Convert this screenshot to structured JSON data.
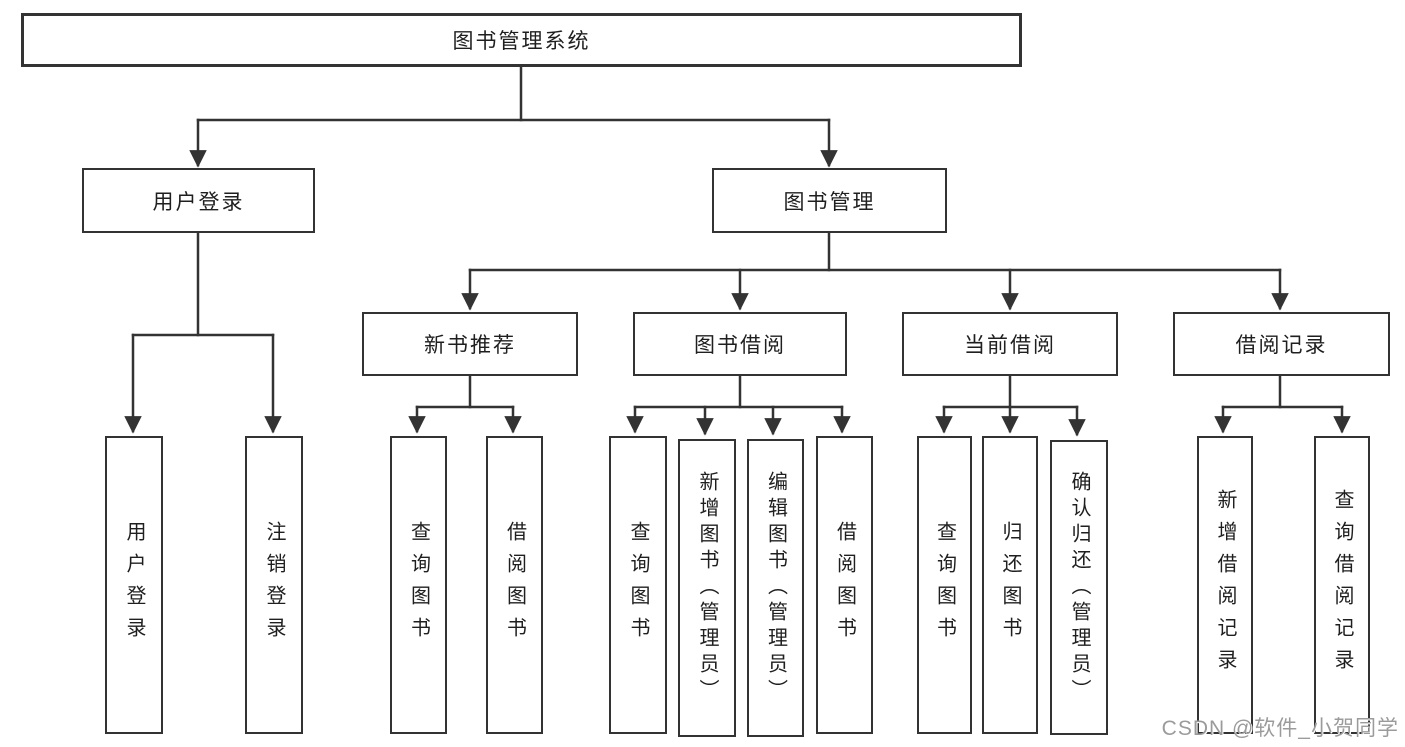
{
  "colors": {
    "background": "#ffffff",
    "line": "#333333",
    "box_border": "#333333",
    "text": "#1f1f1f",
    "watermark": "#9b9b9b"
  },
  "tree": {
    "root": {
      "label": "图书管理系统"
    },
    "branches": [
      {
        "label": "用户登录",
        "children": [
          {
            "label": "用户登录"
          },
          {
            "label": "注销登录"
          }
        ]
      },
      {
        "label": "图书管理",
        "groups": [
          {
            "label": "新书推荐",
            "children": [
              {
                "label": "查询图书"
              },
              {
                "label": "借阅图书"
              }
            ]
          },
          {
            "label": "图书借阅",
            "children": [
              {
                "label": "查询图书"
              },
              {
                "label": "新增图书（管理员）"
              },
              {
                "label": "编辑图书（管理员）"
              },
              {
                "label": "借阅图书"
              }
            ]
          },
          {
            "label": "当前借阅",
            "children": [
              {
                "label": "查询图书"
              },
              {
                "label": "归还图书"
              },
              {
                "label": "确认归还（管理员）"
              }
            ]
          },
          {
            "label": "借阅记录",
            "children": [
              {
                "label": "新增借阅记录"
              },
              {
                "label": "查询借阅记录"
              }
            ]
          }
        ]
      }
    ]
  },
  "watermark": {
    "text": "CSDN @软件_小贺同学"
  }
}
